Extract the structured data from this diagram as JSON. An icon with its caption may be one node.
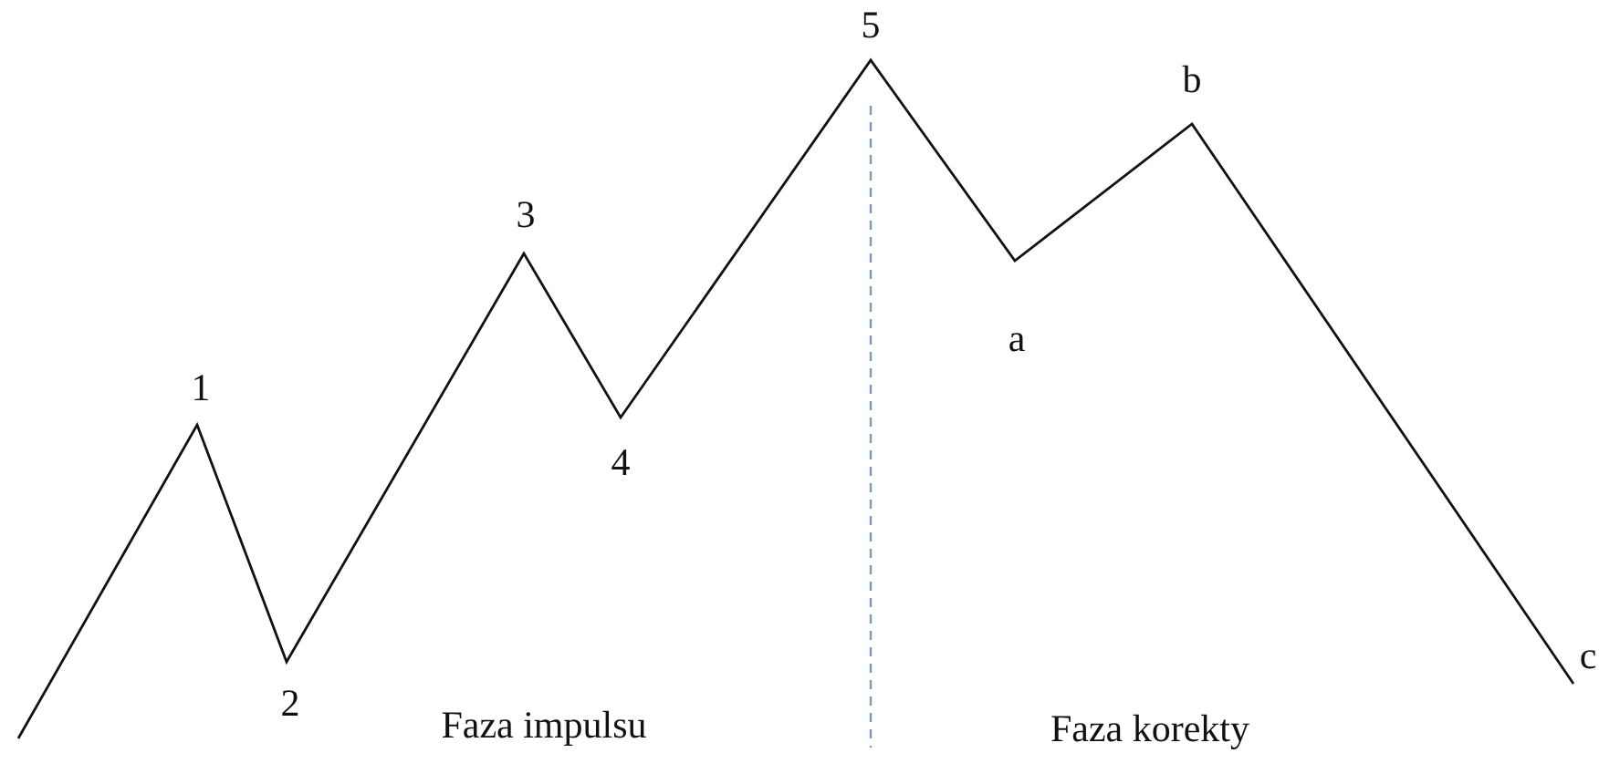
{
  "diagram": {
    "labels": [
      "5",
      "b",
      "3",
      "a",
      "1",
      "4",
      "c",
      "2",
      "Faza impulsu",
      "Faza korekty"
    ]
  }
}
